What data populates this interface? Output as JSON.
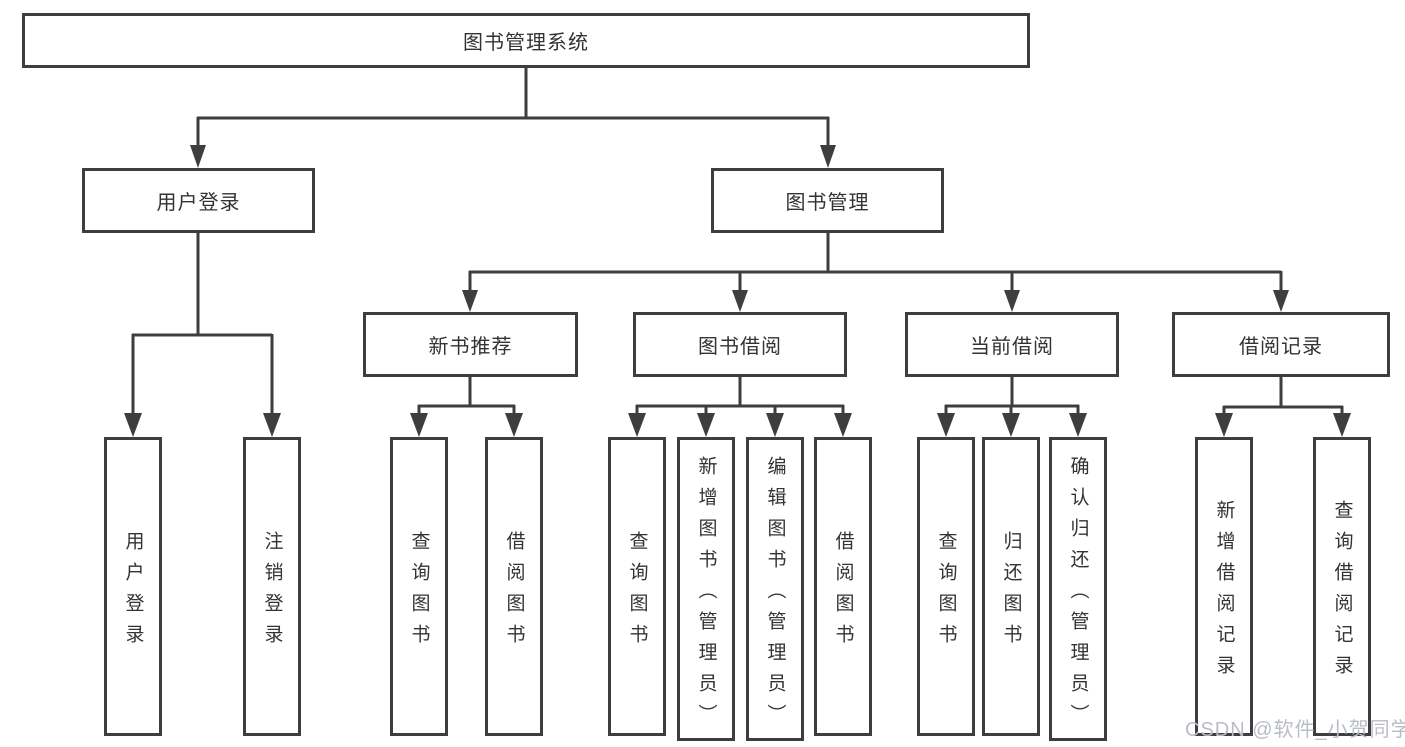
{
  "diagram_title": "图书管理系统",
  "nodes": {
    "root": {
      "label": "图书管理系统"
    },
    "user_login": {
      "label": "用户登录"
    },
    "book_management": {
      "label": "图书管理"
    },
    "new_book_recommend": {
      "label": "新书推荐"
    },
    "book_borrowing": {
      "label": "图书借阅"
    },
    "current_borrowing": {
      "label": "当前借阅"
    },
    "borrowing_records": {
      "label": "借阅记录"
    },
    "leaves": {
      "user_login": {
        "label": "用户登录"
      },
      "logout": {
        "label": "注销登录"
      },
      "query_book_recommend": {
        "label": "查询图书"
      },
      "borrow_book_recommend": {
        "label": "借阅图书"
      },
      "query_book_borrowing": {
        "label": "查询图书"
      },
      "add_book_admin": {
        "label": "新增图书（管理员）"
      },
      "edit_book_admin": {
        "label": "编辑图书（管理员）"
      },
      "borrow_book_borrowing": {
        "label": "借阅图书"
      },
      "query_book_current": {
        "label": "查询图书"
      },
      "return_book": {
        "label": "归还图书"
      },
      "confirm_return_admin": {
        "label": "确认归还（管理员）"
      },
      "add_borrow_record": {
        "label": "新增借阅记录"
      },
      "query_borrow_record": {
        "label": "查询借阅记录"
      }
    }
  },
  "hierarchy": {
    "图书管理系统": {
      "用户登录": [
        "用户登录",
        "注销登录"
      ],
      "图书管理": {
        "新书推荐": [
          "查询图书",
          "借阅图书"
        ],
        "图书借阅": [
          "查询图书",
          "新增图书（管理员）",
          "编辑图书（管理员）",
          "借阅图书"
        ],
        "当前借阅": [
          "查询图书",
          "归还图书",
          "确认归还（管理员）"
        ],
        "借阅记录": [
          "新增借阅记录",
          "查询借阅记录"
        ]
      }
    }
  },
  "watermark": "CSDN @软件_小贺同学",
  "colors": {
    "line": "#3e3e40",
    "box_border": "#3e3e40",
    "text": "#333333",
    "watermark": "#b9bdc4",
    "background": "#ffffff"
  }
}
